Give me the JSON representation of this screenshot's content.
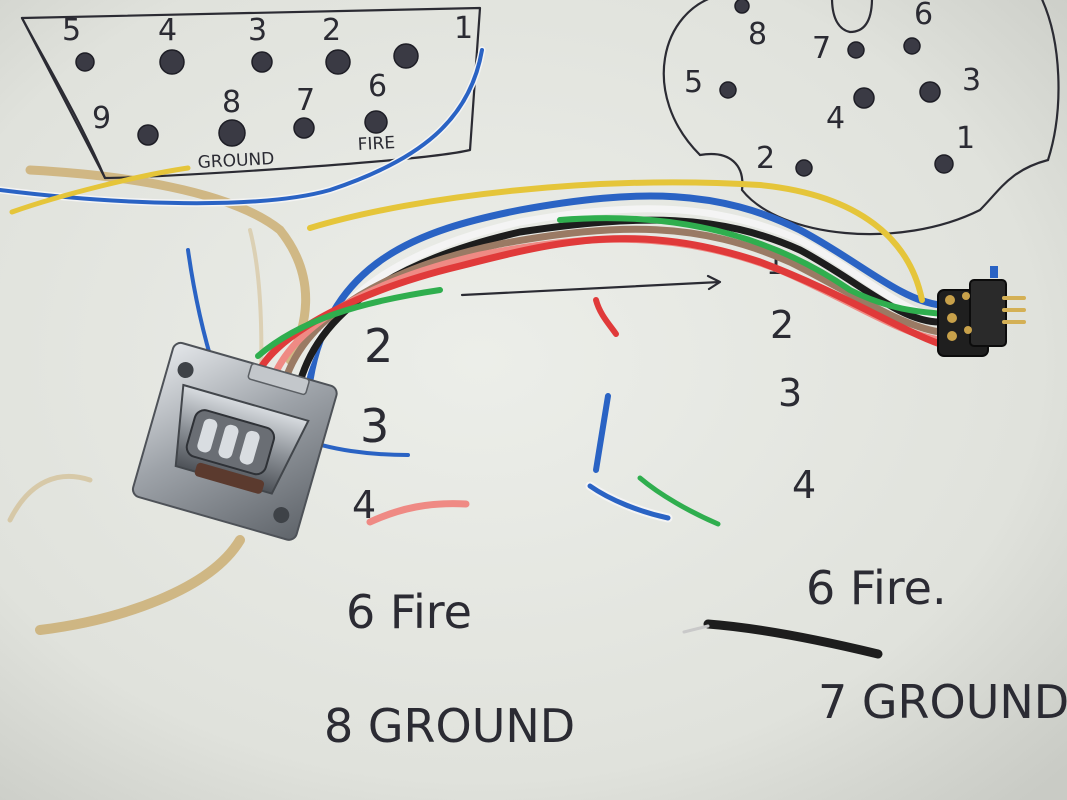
{
  "db9_sketch": {
    "pins_top": [
      "5",
      "4",
      "3",
      "2",
      "1"
    ],
    "pins_bottom": [
      "9",
      "8",
      "7",
      "6"
    ],
    "ground_label": "GROUND",
    "fire_label": "FIRE"
  },
  "din_sketch": {
    "pins": [
      "8",
      "6",
      "7",
      "5",
      "4",
      "3",
      "2",
      "1"
    ]
  },
  "left_notes": {
    "numbers": [
      "2",
      "3",
      "4"
    ],
    "fire": "6 Fire",
    "ground": "8 GROUND"
  },
  "right_notes": {
    "numbers": [
      "1",
      "2",
      "3",
      "4"
    ],
    "fire": "6 Fire.",
    "ground": "7 GROUND"
  },
  "colors": {
    "paper": "#e6e8e3",
    "ink": "#2b2b33",
    "wire_blue": "#2a63c4",
    "wire_yellow": "#e5c53a",
    "wire_green": "#2fae4e",
    "wire_red": "#e03a3a",
    "wire_pink": "#ef8a84",
    "wire_black": "#1d1d1d",
    "wire_white": "#f4f4f4",
    "wire_brown": "#9a7a64",
    "metal": "#b9bdc2",
    "stain": "#c9a866"
  }
}
